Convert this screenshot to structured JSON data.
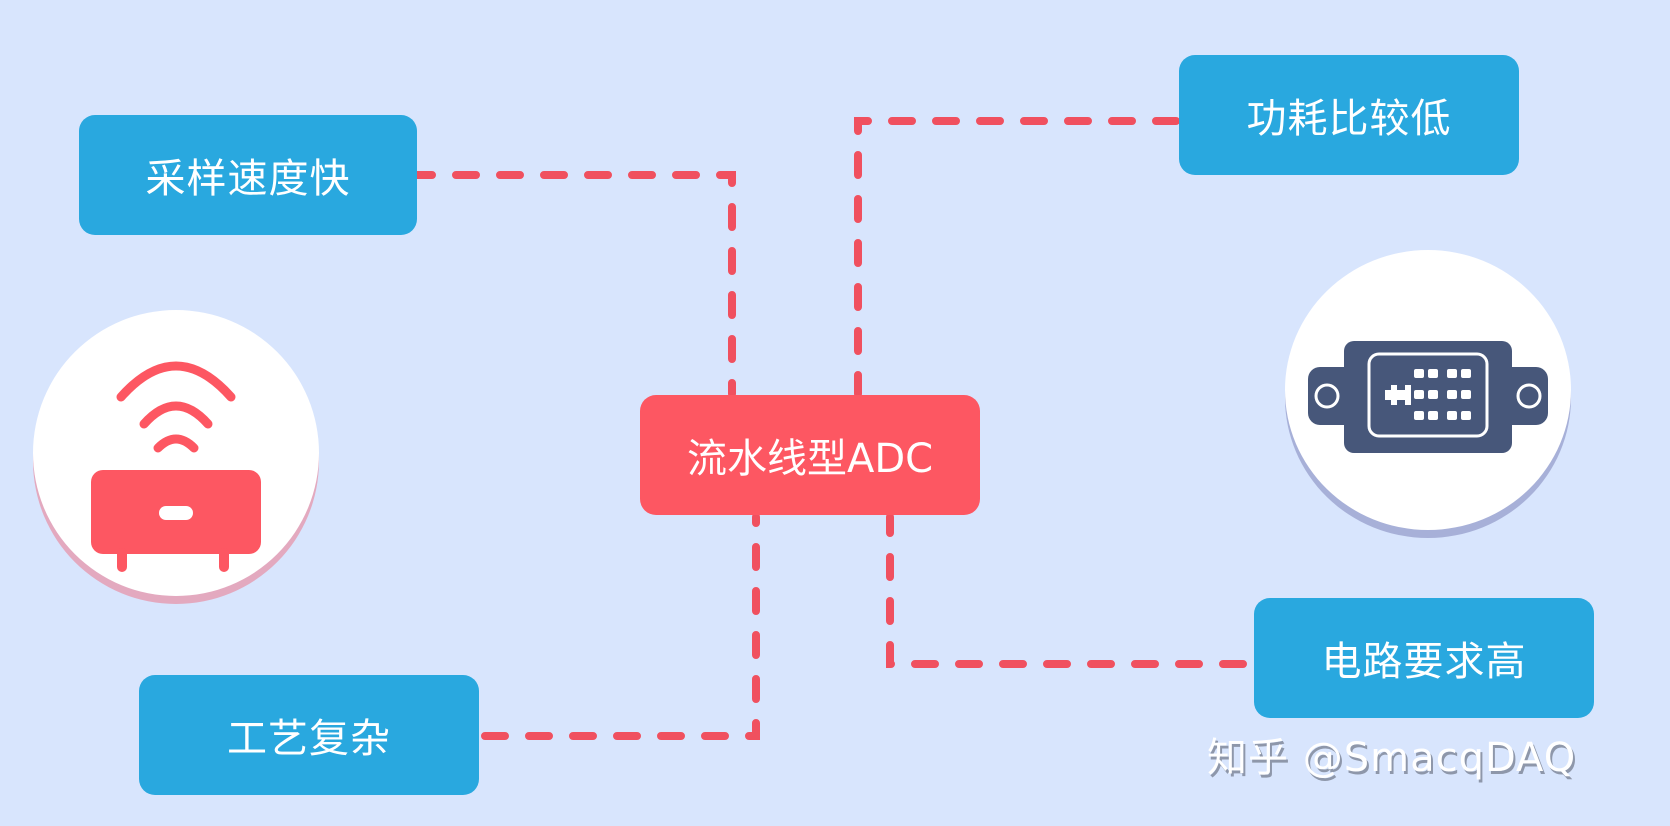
{
  "diagram": {
    "center": {
      "label": "流水线型ADC",
      "color": "#fd5762"
    },
    "features": [
      {
        "label": "采样速度快",
        "position": "top-left"
      },
      {
        "label": "功耗比较低",
        "position": "top-right"
      },
      {
        "label": "工艺复杂",
        "position": "bottom-left"
      },
      {
        "label": "电路要求高",
        "position": "bottom-right"
      }
    ],
    "icons": {
      "left": "router-wifi-icon",
      "right": "vga-connector-icon"
    },
    "colors": {
      "background": "#d8e5fd",
      "feature_box": "#29a8df",
      "connector": "#f0505f",
      "icon_red": "#fd5762",
      "icon_navy": "#47577a"
    }
  },
  "watermark": {
    "text": "知乎 @SmacqDAQ"
  }
}
